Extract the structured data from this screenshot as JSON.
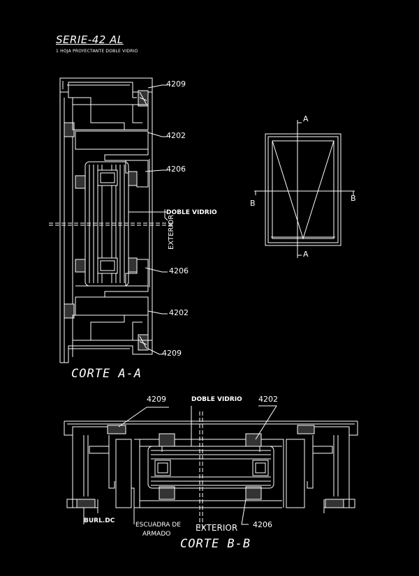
{
  "header": {
    "title": "SERIE-42 AL",
    "subtitle": "1 HOJA PROYECTANTE DOBLE VIDRIO"
  },
  "section_aa": {
    "labels": {
      "top_4209": "4209",
      "top_4202": "4202",
      "top_4206": "4206",
      "doble_vidrio": "DOBLE VIDRIO",
      "exterior": "EXTERIOR",
      "bot_4206": "4206",
      "bot_4202": "4202",
      "bot_4209": "4209"
    },
    "caption": "CORTE A-A"
  },
  "elevation": {
    "mark_a_top": "A",
    "mark_a_bottom": "A",
    "mark_b_left": "B",
    "mark_b_right": "B"
  },
  "section_bb": {
    "labels": {
      "p4209": "4209",
      "doble_vidrio": "DOBLE VIDRIO",
      "p4202": "4202",
      "burlete": "BURL.DC",
      "escuadra_line1": "ESCUADRA DE",
      "escuadra_line2": "ARMADO",
      "exterior": "EXTERIOR",
      "p4206": "4206"
    },
    "caption": "CORTE B-B"
  },
  "colors": {
    "background": "#000000",
    "lines": "#ffffff"
  }
}
